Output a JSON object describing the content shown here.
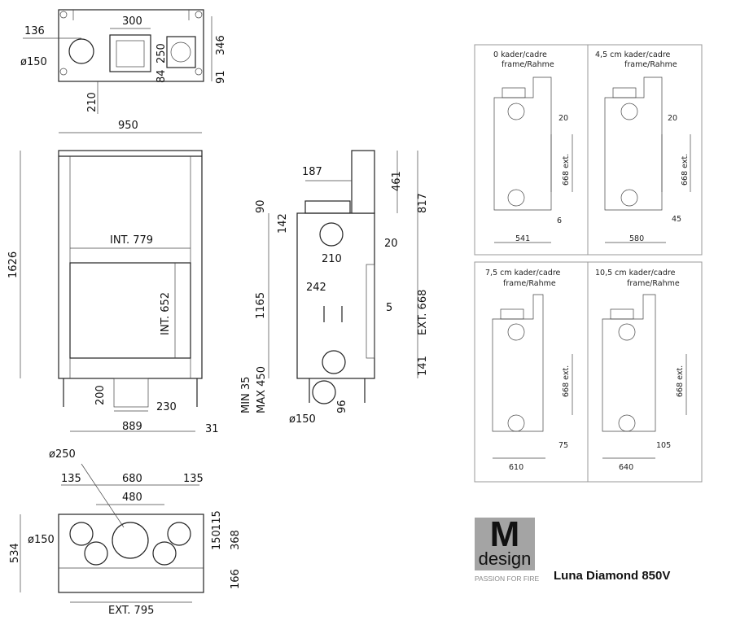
{
  "top_view": {
    "d136": "136",
    "d150": "ø150",
    "d300": "300",
    "d250": "250",
    "d84": "84",
    "d346": "346",
    "d91": "91",
    "d210": "210"
  },
  "front_view": {
    "width": "950",
    "height": "1626",
    "int_w": "INT. 779",
    "int_h": "INT. 652",
    "d200": "200",
    "d230": "230",
    "d889": "889",
    "d31": "31"
  },
  "side_view": {
    "d187": "187",
    "d90": "90",
    "d142": "142",
    "d210": "210",
    "d242": "242",
    "d1165": "1165",
    "min": "MIN 35",
    "max": "MAX 450",
    "d150": "ø150",
    "d96": "96",
    "d461": "461",
    "d817": "817",
    "d20": "20",
    "d5": "5",
    "ext668": "EXT. 668",
    "d141": "141"
  },
  "bottom_view": {
    "d250": "ø250",
    "d135a": "135",
    "d680": "680",
    "d135b": "135",
    "d480": "480",
    "d150": "ø150",
    "d534": "534",
    "d115": "115",
    "d150v": "150",
    "d368": "368",
    "d166": "166",
    "ext795": "EXT. 795"
  },
  "frame_panels": [
    {
      "title1": "0  kader/cadre",
      "title2": "frame/Rahme",
      "gap": "20",
      "ext": "668 ext.",
      "offset": "6",
      "width": "541"
    },
    {
      "title1": "4,5 cm  kader/cadre",
      "title2": "frame/Rahme",
      "gap": "20",
      "ext": "668 ext.",
      "offset": "45",
      "width": "580"
    },
    {
      "title1": "7,5 cm kader/cadre",
      "title2": "frame/Rahme",
      "ext": "668 ext.",
      "offset": "75",
      "width": "610"
    },
    {
      "title1": "10,5 cm kader/cadre",
      "title2": "frame/Rahme",
      "ext": "668 ext.",
      "offset": "105",
      "width": "640"
    }
  ],
  "logo": {
    "letter": "M",
    "word": "design",
    "tagline": "PASSION FOR FIRE"
  },
  "product_name": "Luna Diamond 850V"
}
